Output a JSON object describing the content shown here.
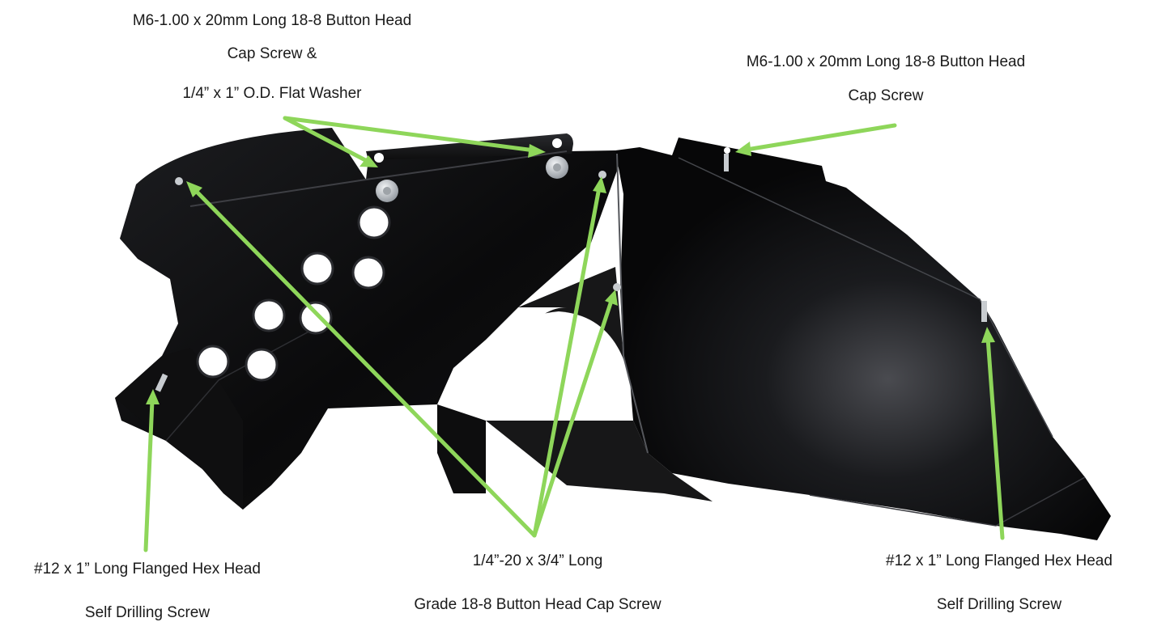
{
  "callouts": {
    "top_left": {
      "line1": "M6-1.00 x 20mm Long 18-8 Button Head",
      "line2": "Cap Screw &",
      "line3": "1/4” x 1” O.D. Flat Washer"
    },
    "top_right": {
      "line1": "M6-1.00 x 20mm Long 18-8 Button Head",
      "line2": "Cap Screw"
    },
    "bottom_left": {
      "line1": "#12 x 1” Long Flanged Hex Head",
      "line2": "Self Drilling Screw"
    },
    "bottom_center": {
      "line1": "1/4”-20 x 3/4” Long",
      "line2": "Grade 18-8 Button Head Cap Screw"
    },
    "bottom_right": {
      "line1": "#12 x 1” Long Flanged Hex Head",
      "line2": "Self Drilling Screw"
    }
  },
  "colors": {
    "arrow": "#8ed65a",
    "part": "#0c0c0d",
    "part_highlight": "#3a3b3f",
    "hardware": "#c8ccd0"
  }
}
